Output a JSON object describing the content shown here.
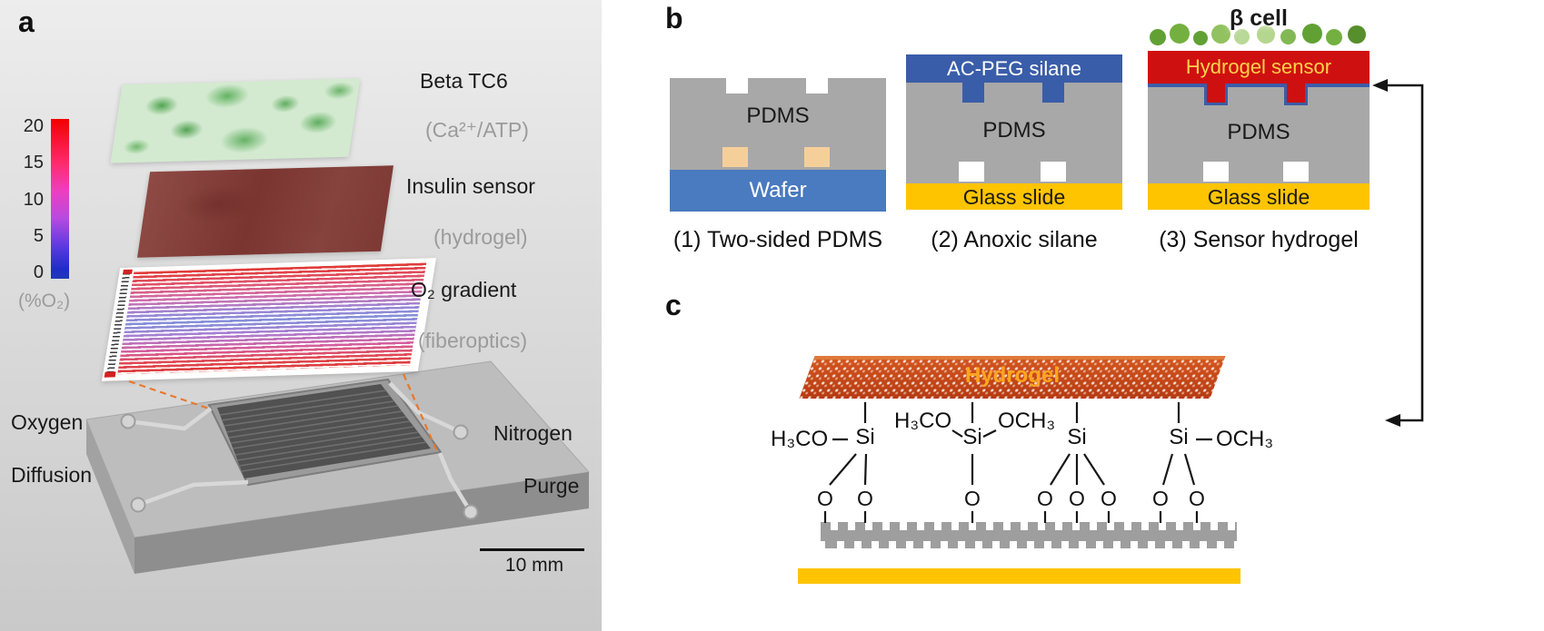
{
  "panel_a": {
    "label": "a",
    "colorbar": {
      "ticks": [
        "20",
        "15",
        "10",
        "5",
        "0"
      ],
      "unit_label": "(%O₂)"
    },
    "layers": [
      {
        "title": "Beta TC6",
        "subtitle": "(Ca²⁺/ATP)"
      },
      {
        "title": "Insulin sensor",
        "subtitle": "(hydrogel)"
      },
      {
        "title": "O₂ gradient",
        "subtitle": "(fiberoptics)"
      }
    ],
    "ports": {
      "oxygen": "Oxygen",
      "diffusion": "Diffusion",
      "nitrogen": "Nitrogen",
      "purge": "Purge"
    },
    "scale_bar_label": "10 mm"
  },
  "panel_b": {
    "label": "b",
    "steps": [
      {
        "caption": "(1) Two-sided PDMS",
        "body": "PDMS",
        "base": "Wafer"
      },
      {
        "caption": "(2) Anoxic silane",
        "top": "AC-PEG silane",
        "body": "PDMS",
        "base": "Glass slide"
      },
      {
        "caption": "(3) Sensor hydrogel",
        "cells": "β cell",
        "top": "Hydrogel sensor",
        "body": "PDMS",
        "base": "Glass slide"
      }
    ]
  },
  "panel_c": {
    "label": "c",
    "hydrogel_label": "Hydrogel",
    "chem": {
      "si": "Si",
      "h3co": "H₃CO",
      "och3": "OCH₃",
      "o": "O"
    }
  },
  "colors": {
    "pdms_gray": "#a8a8a8",
    "wafer_blue": "#4a7abf",
    "silane_blue": "#3a5da9",
    "glass_yellow": "#ffc400",
    "sensor_red": "#cf1010",
    "hydrogel_orange": "#c23f17",
    "beta_cell_green": "#6aa83a",
    "o2_high_red": "#f20000",
    "o2_low_blue": "#2038b8",
    "dashed_line_orange": "#e8782c"
  }
}
